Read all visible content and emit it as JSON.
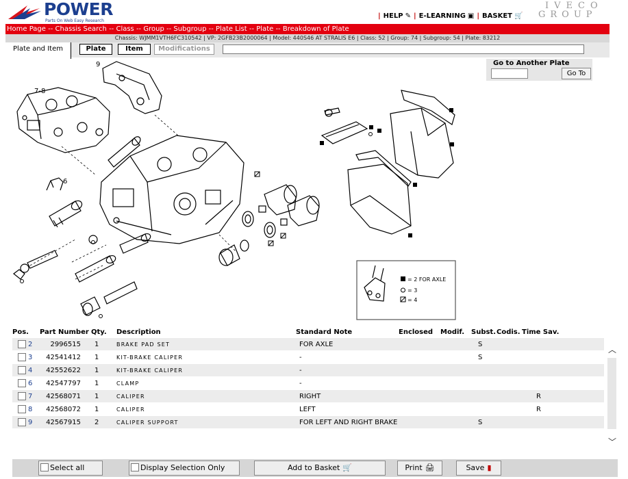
{
  "header": {
    "logo_word": "POWER",
    "logo_tagline": "Parts On Web Easy Research",
    "brand_top": "IVECO",
    "brand_bottom": "GROUP",
    "links": [
      {
        "label": "HELP"
      },
      {
        "label": "E-LEARNING"
      },
      {
        "label": "BASKET"
      }
    ]
  },
  "breadcrumb": "Home Page -- Chassis Search -- Class -- Group -- Subgroup -- Plate List -- Plate -- Breakdown of Plate",
  "info_bar": "Chassis: WJMM1VTH6FC310542 | VP: 2GFB23B2000064 | Model: 440S46 AT STRALIS E6 | Class: 52 | Group: 74 | Subgroup: 54 | Plate: 83212",
  "tabs": {
    "main": "Plate and Item",
    "plate": "Plate",
    "item": "Item",
    "modifications": "Modifications"
  },
  "goto": {
    "title": "Go to Another Plate",
    "button": "Go To",
    "value": ""
  },
  "diagram": {
    "callouts": [
      "9",
      "7-8",
      "6"
    ],
    "legend": [
      "= 2  FOR AXLE",
      "= 3",
      "= 4"
    ]
  },
  "table": {
    "columns": [
      "Pos.",
      "Part Number",
      "Qty.",
      "Description",
      "Standard Note",
      "Enclosed",
      "Modif.",
      "Subst.",
      "Codis.",
      "Time Sav."
    ],
    "rows": [
      {
        "pos": "2",
        "part": "2996515",
        "qty": "1",
        "desc": "BRAKE PAD SET",
        "note": "FOR AXLE",
        "subst": "S",
        "tsav": ""
      },
      {
        "pos": "3",
        "part": "42541412",
        "qty": "1",
        "desc": "KIT-BRAKE CALIPER",
        "note": "-",
        "subst": "S",
        "tsav": ""
      },
      {
        "pos": "4",
        "part": "42552622",
        "qty": "1",
        "desc": "KIT-BRAKE CALIPER",
        "note": "-",
        "subst": "",
        "tsav": ""
      },
      {
        "pos": "6",
        "part": "42547797",
        "qty": "1",
        "desc": "CLAMP",
        "note": "-",
        "subst": "",
        "tsav": ""
      },
      {
        "pos": "7",
        "part": "42568071",
        "qty": "1",
        "desc": "CALIPER",
        "note": "RIGHT",
        "subst": "",
        "tsav": "R"
      },
      {
        "pos": "8",
        "part": "42568072",
        "qty": "1",
        "desc": "CALIPER",
        "note": "LEFT",
        "subst": "",
        "tsav": "R"
      },
      {
        "pos": "9",
        "part": "42567915",
        "qty": "2",
        "desc": "CALIPER SUPPORT",
        "note": "FOR LEFT AND RIGHT BRAKE",
        "subst": "S",
        "tsav": ""
      }
    ]
  },
  "bottom_bar": {
    "select_all": "Select all",
    "display_selection": "Display Selection Only",
    "add_to_basket": "Add to Basket",
    "print": "Print",
    "save": "Save"
  },
  "colors": {
    "accent_red": "#e3000f",
    "brand_blue": "#1c3f8f",
    "row_stripe": "#ececec"
  }
}
